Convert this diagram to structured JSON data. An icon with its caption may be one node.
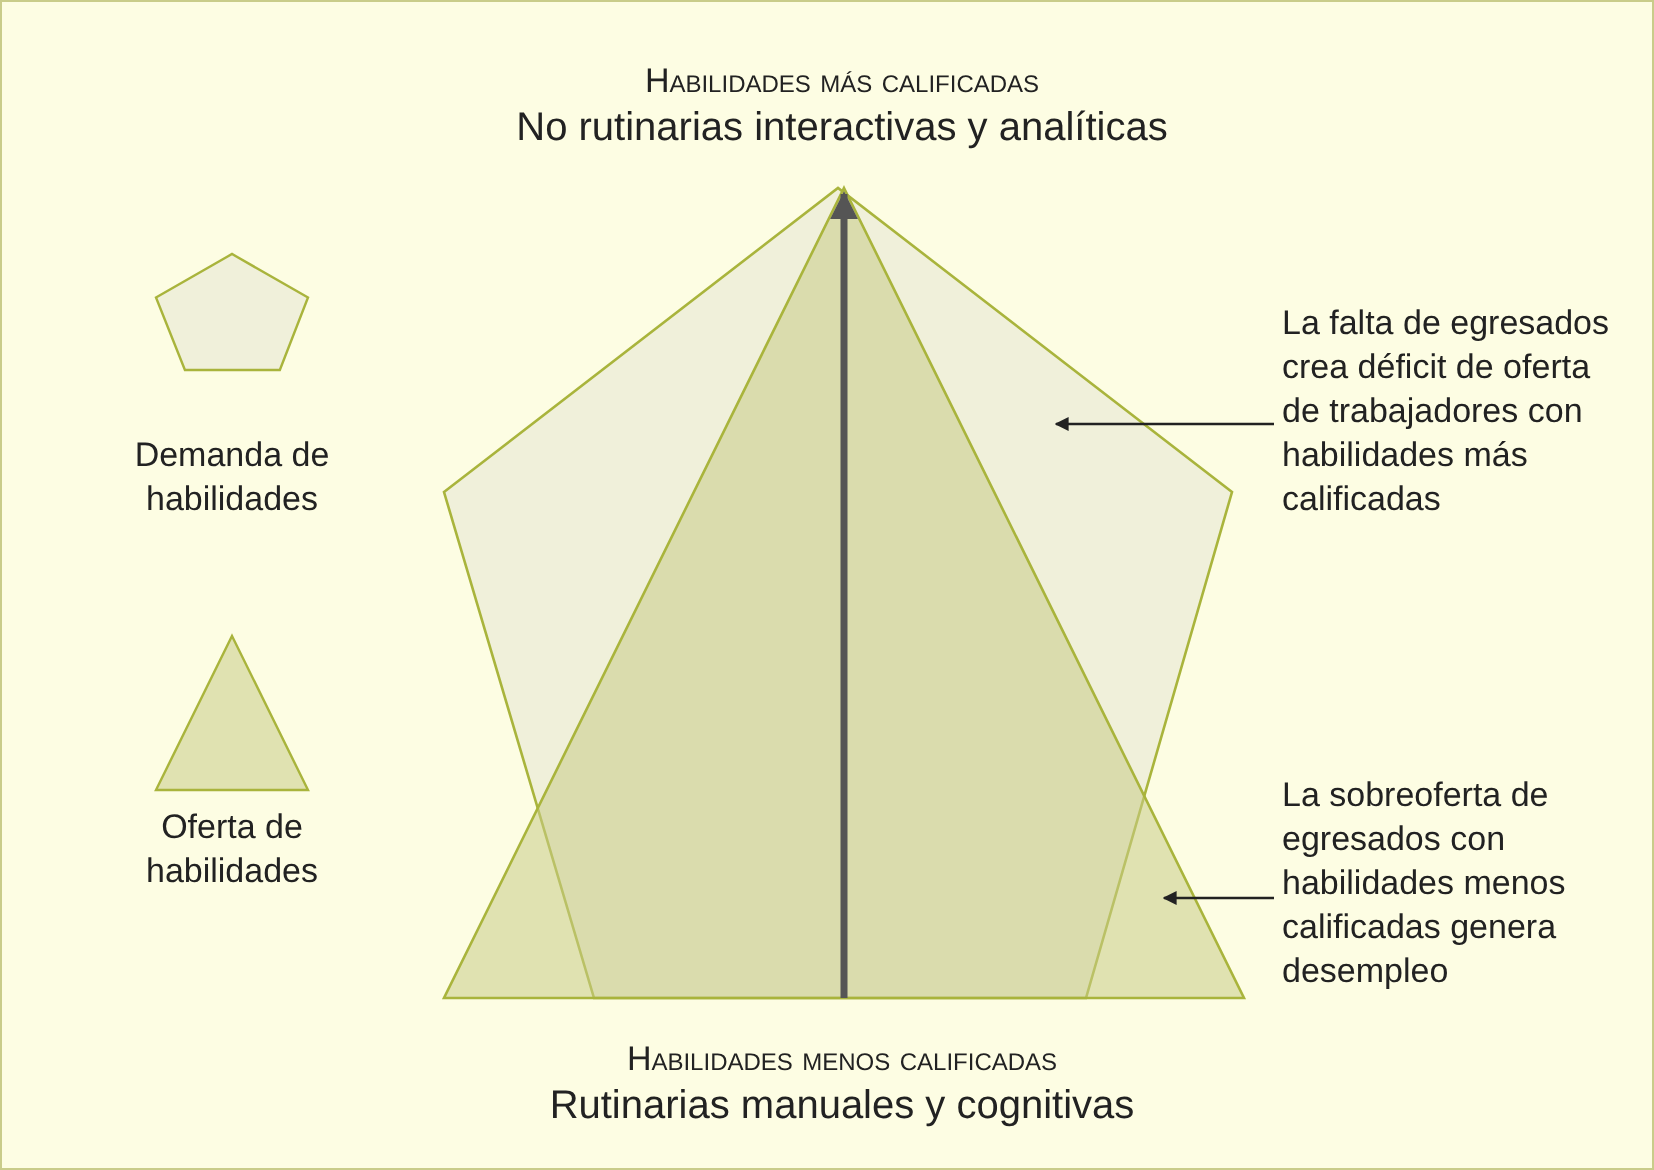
{
  "diagram": {
    "nodes": [
      {
        "text": [],
        "shape": "pentagon"
      },
      {
        "text": [],
        "shape": "triangle"
      },
      {
        "text": [
          "La falta de egresados crea déficit de oferta de trabajadores con habilidades más calificadas"
        ]
      },
      {
        "text": [
          "La sobreoferta de egresados con habilidades menos calificadas genera desempleo"
        ]
      }
    ],
    "edges": [
      {
        "from": 2,
        "to": 0,
        "arrow": "to"
      },
      {
        "from": 3,
        "to": 1,
        "arrow": "to"
      }
    ],
    "labels": [
      "Habilidades más calificadas",
      "No rutinarias interactivas y analíticas",
      "Habilidades menos calificadas",
      "Rutinarias manuales y cognitivas"
    ],
    "legend": [
      {
        "text": "Demanda de habilidades"
      },
      {
        "text": "Oferta de habilidades"
      }
    ]
  }
}
